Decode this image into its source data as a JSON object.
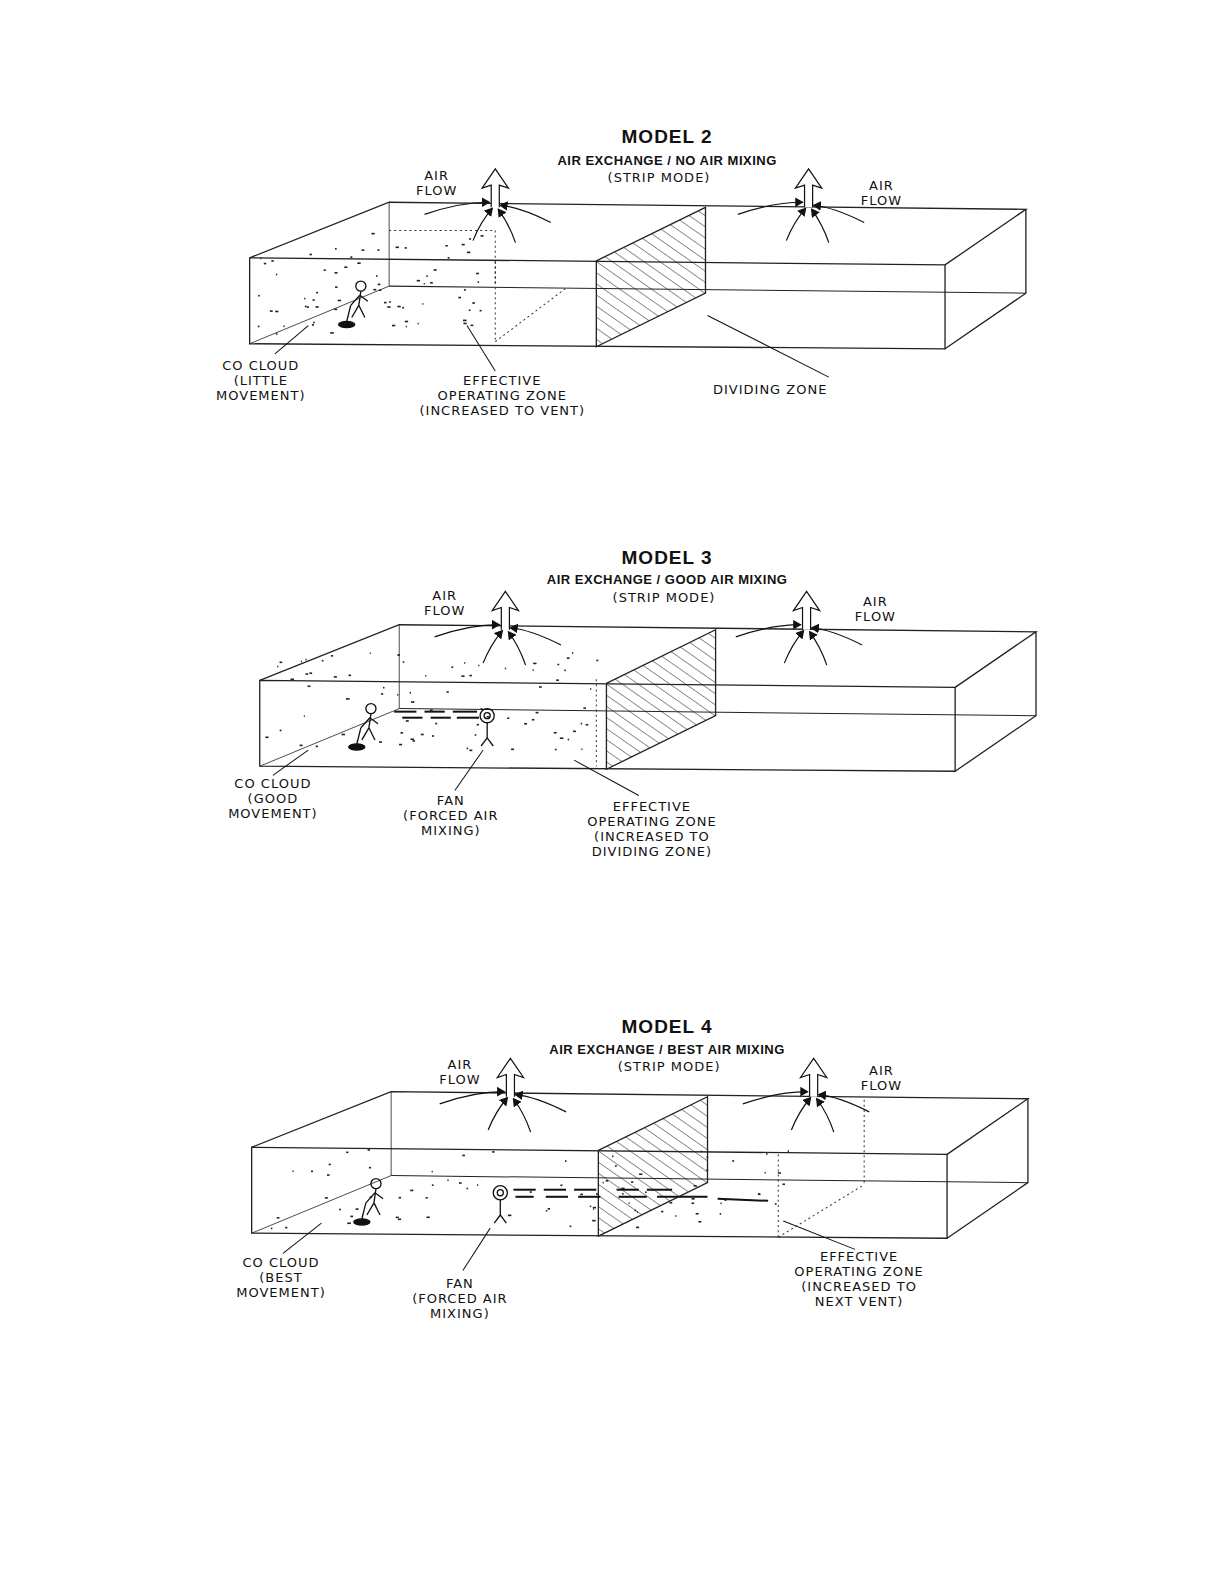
{
  "diagram": {
    "labels": [
      "MODEL 2",
      "AIR EXCHANGE / NO AIR MIXING",
      "(STRIP MODE)",
      "AIR FLOW",
      "AIR FLOW",
      "CO CLOUD (LITTLE MOVEMENT)",
      "EFFECTIVE OPERATING ZONE (INCREASED TO VENT)",
      "DIVIDING ZONE",
      "MODEL 3",
      "AIR EXCHANGE / GOOD AIR MIXING",
      "(STRIP MODE)",
      "AIR FLOW",
      "AIR FLOW",
      "CO CLOUD (GOOD MOVEMENT)",
      "FAN (FORCED AIR MIXING)",
      "EFFECTIVE OPERATING ZONE (INCREASED TO DIVIDING ZONE)",
      "MODEL 4",
      "AIR EXCHANGE / BEST AIR MIXING",
      "(STRIP MODE)",
      "AIR FLOW",
      "AIR FLOW",
      "CO CLOUD (BEST MOVEMENT)",
      "FAN (FORCED AIR MIXING)",
      "EFFECTIVE OPERATING ZONE (INCREASED TO NEXT VENT)"
    ]
  }
}
